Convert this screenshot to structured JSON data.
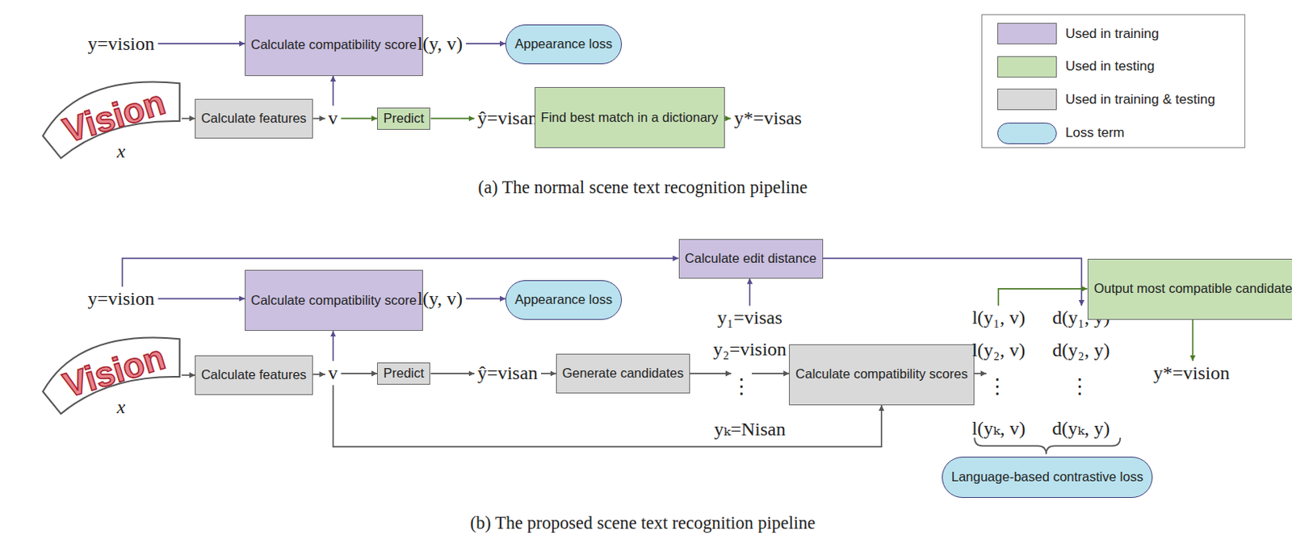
{
  "diagram": {
    "nodes": [
      {
        "text": [
          "y=vision"
        ]
      },
      {
        "text": [
          "Calculate compatibility score"
        ]
      },
      {
        "text": [
          "l(y, v)"
        ]
      },
      {
        "text": [
          "Appearance loss"
        ]
      },
      {
        "text": [
          "Vision",
          "x"
        ]
      },
      {
        "text": [
          "Calculate features"
        ]
      },
      {
        "text": [
          "v"
        ]
      },
      {
        "text": [
          "Predict"
        ]
      },
      {
        "text": [
          "ŷ=visan"
        ]
      },
      {
        "text": [
          "Find best match in a dictionary"
        ]
      },
      {
        "text": [
          "y*=visas"
        ]
      },
      {
        "text": [
          "y=vision"
        ]
      },
      {
        "text": [
          "Calculate compatibility score"
        ]
      },
      {
        "text": [
          "l(y, v)"
        ]
      },
      {
        "text": [
          "Appearance loss"
        ]
      },
      {
        "text": [
          "Calculate edit distance"
        ]
      },
      {
        "text": [
          "Vision",
          "x"
        ]
      },
      {
        "text": [
          "Calculate features"
        ]
      },
      {
        "text": [
          "v"
        ]
      },
      {
        "text": [
          "Predict"
        ]
      },
      {
        "text": [
          "ŷ=visan"
        ]
      },
      {
        "text": [
          "Generate candidates"
        ]
      },
      {
        "text": [
          "y₁=visas"
        ]
      },
      {
        "text": [
          "y₂=vision"
        ]
      },
      {
        "text": [
          "⋮"
        ]
      },
      {
        "text": [
          "yₖ=Nisan"
        ]
      },
      {
        "text": [
          "Calculate compatibility scores"
        ]
      },
      {
        "text": [
          "l(y₁, v)"
        ]
      },
      {
        "text": [
          "d(y₁, y)"
        ]
      },
      {
        "text": [
          "l(y₂, v)"
        ]
      },
      {
        "text": [
          "d(y₂, y)"
        ]
      },
      {
        "text": [
          "⋮"
        ]
      },
      {
        "text": [
          "⋮"
        ]
      },
      {
        "text": [
          "l(yₖ, v)"
        ]
      },
      {
        "text": [
          "d(yₖ, y)"
        ]
      },
      {
        "text": [
          "Language-based contrastive loss"
        ]
      },
      {
        "text": [
          "Output most compatible candidate"
        ]
      },
      {
        "text": [
          "y*=vision"
        ]
      }
    ],
    "edges": [
      {
        "from": 0,
        "to": 1,
        "arrow": "to"
      },
      {
        "from": 1,
        "to": 2,
        "arrow": "to"
      },
      {
        "from": 2,
        "to": 3,
        "arrow": "to"
      },
      {
        "from": 4,
        "to": 5,
        "arrow": "to"
      },
      {
        "from": 5,
        "to": 6,
        "arrow": "to"
      },
      {
        "from": 6,
        "to": 1,
        "arrow": "to"
      },
      {
        "from": 6,
        "to": 7,
        "arrow": "to"
      },
      {
        "from": 7,
        "to": 8,
        "arrow": "to"
      },
      {
        "from": 8,
        "to": 9,
        "arrow": "to"
      },
      {
        "from": 9,
        "to": 10,
        "arrow": "to"
      },
      {
        "from": 11,
        "to": 12,
        "arrow": "to"
      },
      {
        "from": 12,
        "to": 13,
        "arrow": "to"
      },
      {
        "from": 13,
        "to": 14,
        "arrow": "to"
      },
      {
        "from": 11,
        "to": 15,
        "arrow": "to"
      },
      {
        "from": 15,
        "to": 28,
        "arrow": "to"
      },
      {
        "from": 16,
        "to": 17,
        "arrow": "to"
      },
      {
        "from": 17,
        "to": 18,
        "arrow": "to"
      },
      {
        "from": 18,
        "to": 12,
        "arrow": "to"
      },
      {
        "from": 18,
        "to": 19,
        "arrow": "to"
      },
      {
        "from": 19,
        "to": 20,
        "arrow": "to"
      },
      {
        "from": 20,
        "to": 21,
        "arrow": "to"
      },
      {
        "from": 21,
        "to": 24,
        "arrow": "to"
      },
      {
        "from": 22,
        "to": 15,
        "arrow": "to"
      },
      {
        "from": 24,
        "to": 26,
        "arrow": "to"
      },
      {
        "from": 18,
        "to": 26,
        "arrow": "to"
      },
      {
        "from": 26,
        "to": 31,
        "arrow": "to"
      },
      {
        "from": 27,
        "to": 36,
        "arrow": "to"
      },
      {
        "from": 36,
        "to": 37,
        "arrow": "to"
      }
    ],
    "labels": [
      "(a) The normal scene text recognition pipeline",
      "(b) The proposed scene text recognition pipeline"
    ],
    "legend": [
      {
        "text": "Used in training",
        "color": "#cbc0e0"
      },
      {
        "text": "Used in testing",
        "color": "#c6e0b4"
      },
      {
        "text": "Used in training & testing",
        "color": "#d9d9d9"
      },
      {
        "text": "Loss term",
        "color": "#b9e2ee"
      }
    ]
  }
}
